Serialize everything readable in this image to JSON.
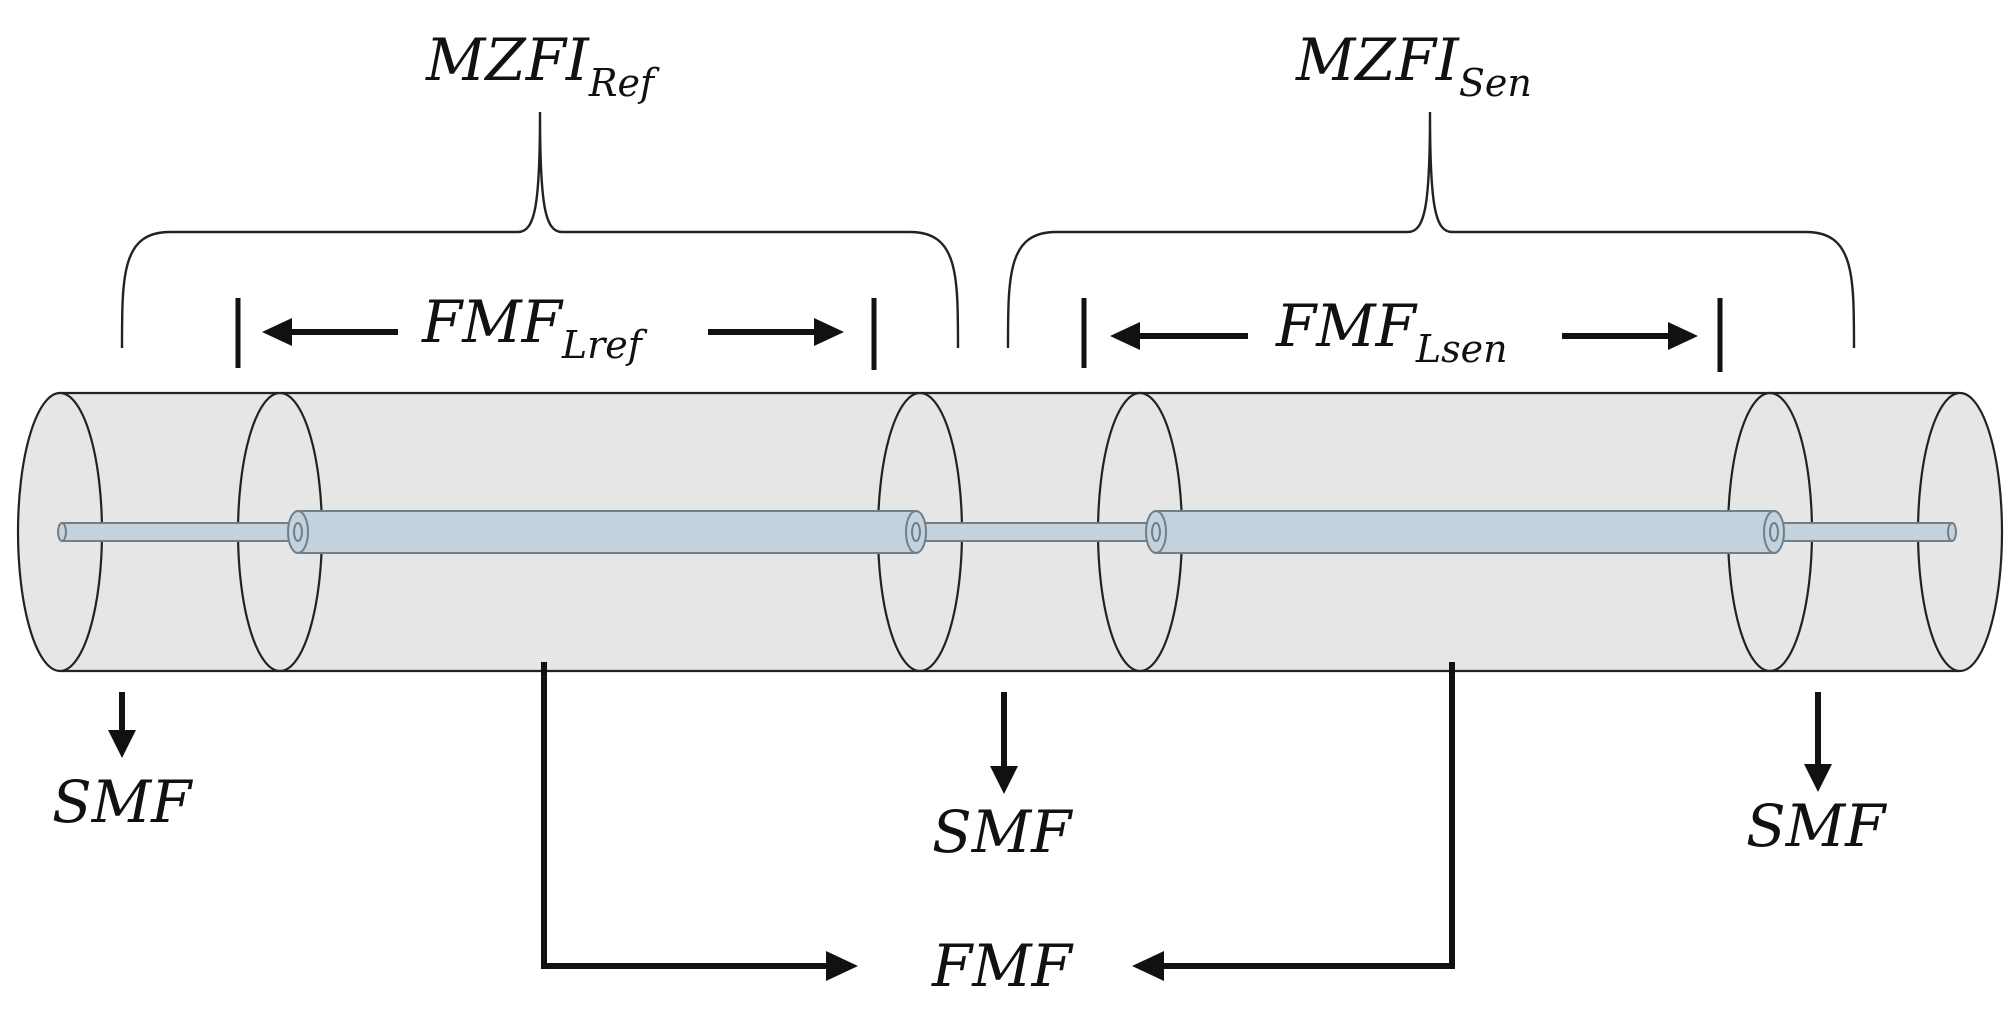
{
  "labels": {
    "mzfi_ref": {
      "main": "MZFI",
      "sub": "Ref"
    },
    "mzfi_sen": {
      "main": "MZFI",
      "sub": "Sen"
    },
    "fmf_lref": {
      "main": "FMF",
      "sub": "Lref"
    },
    "fmf_lsen": {
      "main": "FMF",
      "sub": "Lsen"
    },
    "smf_left": "SMF",
    "smf_middle": "SMF",
    "smf_right": "SMF",
    "fmf_bottom": "FMF"
  },
  "colors": {
    "cladding": "#e6e6e6",
    "core": "#c3d2dc",
    "outline": "#222222"
  }
}
